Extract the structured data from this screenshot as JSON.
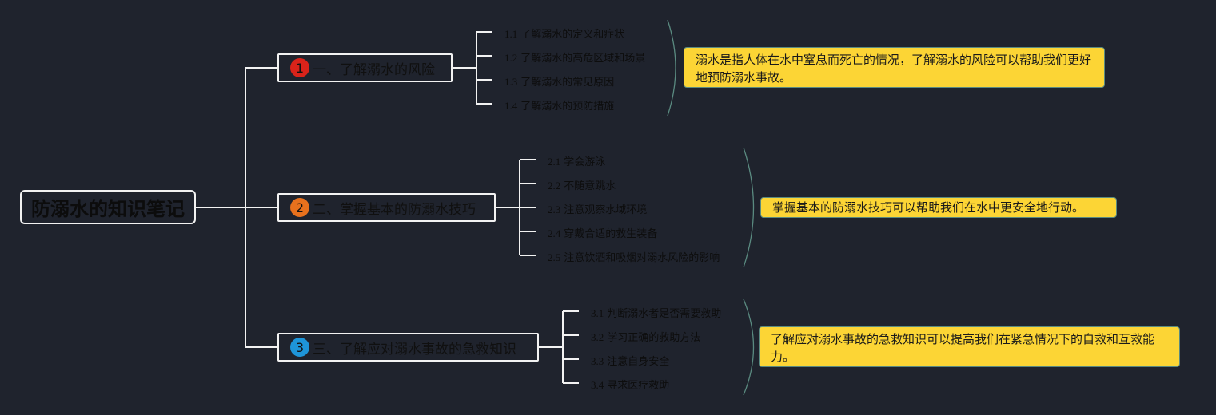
{
  "map": {
    "root": {
      "label": "防溺水的知识笔记"
    },
    "branches": [
      {
        "badge": "1",
        "badge_color": "#d9231a",
        "label": "一、了解溺水的风险",
        "children": [
          {
            "num": "1.1",
            "text": "了解溺水的定义和症状"
          },
          {
            "num": "1.2",
            "text": "了解溺水的高危区域和场景"
          },
          {
            "num": "1.3",
            "text": "了解溺水的常见原因"
          },
          {
            "num": "1.4",
            "text": "了解溺水的预防措施"
          }
        ],
        "summary": "溺水是指人体在水中窒息而死亡的情况，了解溺水的风险可以帮助我们更好地预防溺水事故。"
      },
      {
        "badge": "2",
        "badge_color": "#e8711d",
        "label": "二、掌握基本的防溺水技巧",
        "children": [
          {
            "num": "2.1",
            "text": "学会游泳"
          },
          {
            "num": "2.2",
            "text": "不随意跳水"
          },
          {
            "num": "2.3",
            "text": "注意观察水域环境"
          },
          {
            "num": "2.4",
            "text": "穿戴合适的救生装备"
          },
          {
            "num": "2.5",
            "text": "注意饮酒和吸烟对溺水风险的影响"
          }
        ],
        "summary": "掌握基本的防溺水技巧可以帮助我们在水中更安全地行动。"
      },
      {
        "badge": "3",
        "badge_color": "#1e95d9",
        "label": "三、了解应对溺水事故的急救知识",
        "children": [
          {
            "num": "3.1",
            "text": "判断溺水者是否需要救助"
          },
          {
            "num": "3.2",
            "text": "学习正确的救助方法"
          },
          {
            "num": "3.3",
            "text": "注意自身安全"
          },
          {
            "num": "3.4",
            "text": "寻求医疗救助"
          }
        ],
        "summary": "了解应对溺水事故的急救知识可以提高我们在紧急情况下的自救和互救能力。"
      }
    ],
    "colors": {
      "background": "#1f232d",
      "connector": "#f2f2f2",
      "summary_fill": "#fcd535",
      "summary_brace": "#5a8a80"
    }
  }
}
